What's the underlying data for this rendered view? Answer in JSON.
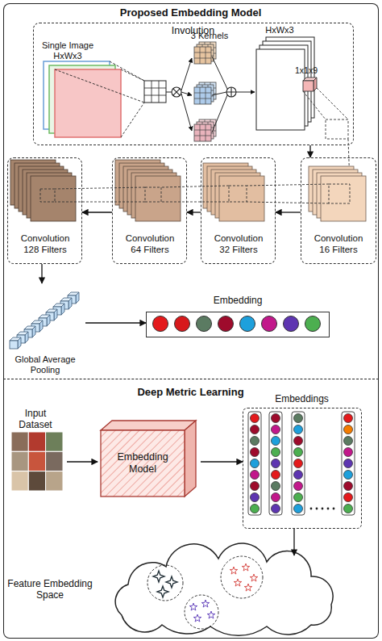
{
  "diagram": {
    "nodes": [
      {
        "text": [
          "Proposed Embedding Model"
        ]
      },
      {
        "text": [
          "Involution"
        ],
        "in": 0
      },
      {
        "text": [
          "Convolution 16 Filters"
        ],
        "in": 0
      },
      {
        "text": [
          "Convolution 32 Filters"
        ],
        "in": 0
      },
      {
        "text": [
          "Convolution 64 Filters"
        ],
        "in": 0
      },
      {
        "text": [
          "Convolution 128 Filters"
        ],
        "in": 0
      },
      {
        "text": [
          "Global Average Pooling"
        ],
        "in": 0
      },
      {
        "text": [
          "Embedding"
        ],
        "in": 0
      },
      {
        "text": [
          "Deep Metric Learning"
        ]
      },
      {
        "text": [
          "Input Dataset"
        ],
        "in": 8
      },
      {
        "text": [
          "Embedding Model"
        ],
        "in": 8
      },
      {
        "text": [
          "Embeddings"
        ],
        "in": 8
      },
      {
        "text": [
          "Feature Embedding Space"
        ],
        "in": 8
      }
    ],
    "edges": [
      {
        "from": 1,
        "to": 2,
        "arrow": "to"
      },
      {
        "from": 2,
        "to": 3,
        "arrow": "to"
      },
      {
        "from": 3,
        "to": 4,
        "arrow": "to"
      },
      {
        "from": 4,
        "to": 5,
        "arrow": "to"
      },
      {
        "from": 5,
        "to": 6,
        "arrow": "to"
      },
      {
        "from": 6,
        "to": 7,
        "arrow": "to"
      },
      {
        "from": 9,
        "to": 10,
        "arrow": "to"
      },
      {
        "from": 10,
        "to": 11,
        "arrow": "to"
      },
      {
        "from": 11,
        "to": 12,
        "arrow": "to"
      }
    ],
    "labels": [
      "Single Image HxWx3",
      "3 Kernels",
      "HxWx3",
      "1x1x9"
    ]
  }
}
